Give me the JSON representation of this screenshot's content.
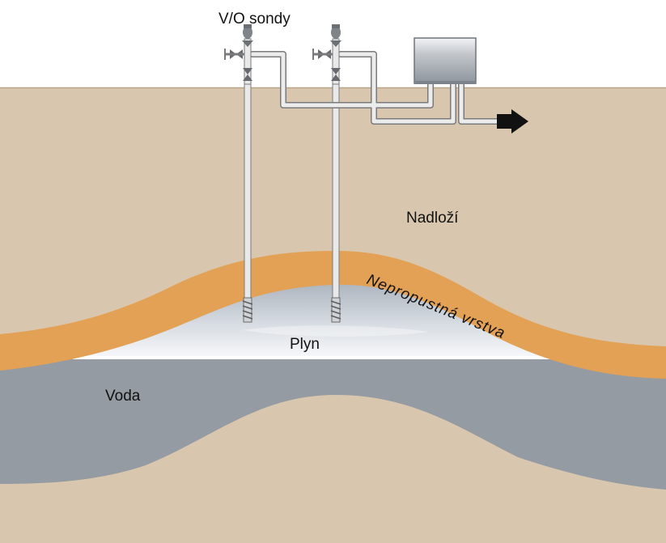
{
  "labels": {
    "probes": "V/O sondy",
    "overburden": "Nadloží",
    "impermeable_layer": "Nepropustná  vrstva",
    "gas": "Plyn",
    "water": "Voda"
  },
  "colors": {
    "sky": "#ffffff",
    "soil": "#d8c7ae",
    "impermeable_layer": "#e2a155",
    "gas": "#eef0f3",
    "water": "#949ba3",
    "pipe": "#e9e9e9",
    "pipe_outline": "#7a7a7a",
    "station": "#9ea4ab",
    "arrow": "#111111"
  },
  "icons": {
    "valve": "valve-icon",
    "wellhead": "wellhead-icon",
    "screen": "perforated-screen-icon",
    "station": "control-station-icon",
    "outflow": "outflow-arrow-icon"
  }
}
